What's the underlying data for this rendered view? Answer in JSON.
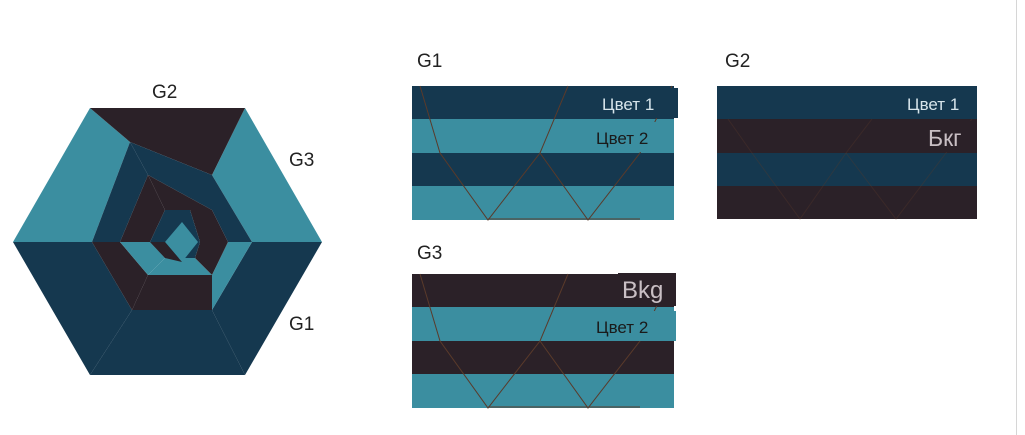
{
  "colors": {
    "color1": "#15384f",
    "color2": "#3b8ea0",
    "bkg": "#2b2128",
    "pattern_line": "#5a3a2a"
  },
  "hexagon": {
    "labels": {
      "g1": "G1",
      "g2": "G2",
      "g3": "G3"
    }
  },
  "panels": {
    "g1": {
      "title": "G1",
      "tag_top": "Цвет 1",
      "tag_second": "Цвет 2"
    },
    "g2": {
      "title": "G2",
      "tag_top": "Цвет 1",
      "tag_second": "Бкг"
    },
    "g3": {
      "title": "G3",
      "tag_top": "Bkg",
      "tag_second": "Цвет 2"
    }
  }
}
